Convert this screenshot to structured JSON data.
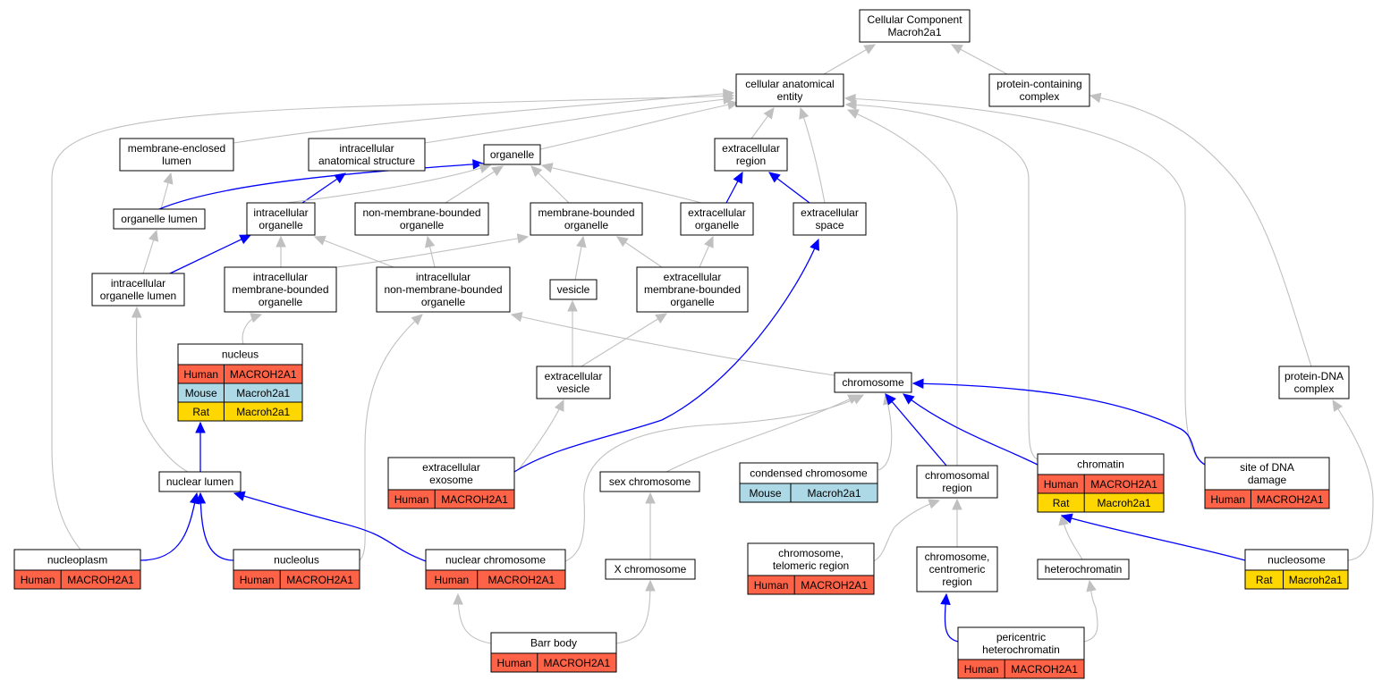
{
  "colors": {
    "relation_is_a": "#c0c0c0",
    "relation_part_of": "#0000ff",
    "species_human": "#ff6347",
    "species_mouse": "#add8e6",
    "species_rat": "#ffd700"
  },
  "nodes": {
    "root": {
      "lines": [
        "Cellular Component",
        "Macroh2a1"
      ]
    },
    "cae": {
      "lines": [
        "cellular anatomical",
        "entity"
      ]
    },
    "pcc": {
      "lines": [
        "protein-containing",
        "complex"
      ]
    },
    "mel": {
      "lines": [
        "membrane-enclosed",
        "lumen"
      ]
    },
    "ias": {
      "lines": [
        "intracellular",
        "anatomical structure"
      ]
    },
    "org": {
      "lines": [
        "organelle"
      ]
    },
    "exr": {
      "lines": [
        "extracellular",
        "region"
      ]
    },
    "orgl": {
      "lines": [
        "organelle lumen"
      ]
    },
    "io": {
      "lines": [
        "intracellular",
        "organelle"
      ]
    },
    "nmbo": {
      "lines": [
        "non-membrane-bounded",
        "organelle"
      ]
    },
    "mbo": {
      "lines": [
        "membrane-bounded",
        "organelle"
      ]
    },
    "exo": {
      "lines": [
        "extracellular",
        "organelle"
      ]
    },
    "exs": {
      "lines": [
        "extracellular",
        "space"
      ]
    },
    "iol": {
      "lines": [
        "intracellular",
        "organelle lumen"
      ]
    },
    "imbo": {
      "lines": [
        "intracellular",
        "membrane-bounded",
        "organelle"
      ]
    },
    "inmbo": {
      "lines": [
        "intracellular",
        "non-membrane-bounded",
        "organelle"
      ]
    },
    "ves": {
      "lines": [
        "vesicle"
      ]
    },
    "embo": {
      "lines": [
        "extracellular",
        "membrane-bounded",
        "organelle"
      ]
    },
    "nuc": {
      "lines": [
        "nucleus"
      ],
      "rows": [
        [
          "Human",
          "MACROH2A1"
        ],
        [
          "Mouse",
          "Macroh2a1"
        ],
        [
          "Rat",
          "Macroh2a1"
        ]
      ]
    },
    "exv": {
      "lines": [
        "extracellular",
        "vesicle"
      ]
    },
    "chr": {
      "lines": [
        "chromosome"
      ]
    },
    "pdc": {
      "lines": [
        "protein-DNA",
        "complex"
      ]
    },
    "exos": {
      "lines": [
        "extracellular",
        "exosome"
      ],
      "rows": [
        [
          "Human",
          "MACROH2A1"
        ]
      ]
    },
    "nl": {
      "lines": [
        "nuclear lumen"
      ]
    },
    "sexc": {
      "lines": [
        "sex chromosome"
      ]
    },
    "cc": {
      "lines": [
        "condensed chromosome"
      ],
      "rows": [
        [
          "Mouse",
          "Macroh2a1"
        ]
      ]
    },
    "chreg": {
      "lines": [
        "chromosomal",
        "region"
      ]
    },
    "chrom": {
      "lines": [
        "chromatin"
      ],
      "rows": [
        [
          "Human",
          "MACROH2A1"
        ],
        [
          "Rat",
          "Macroh2a1"
        ]
      ]
    },
    "sdd": {
      "lines": [
        "site of DNA",
        "damage"
      ],
      "rows": [
        [
          "Human",
          "MACROH2A1"
        ]
      ]
    },
    "np": {
      "lines": [
        "nucleoplasm"
      ],
      "rows": [
        [
          "Human",
          "MACROH2A1"
        ]
      ]
    },
    "nucl": {
      "lines": [
        "nucleolus"
      ],
      "rows": [
        [
          "Human",
          "MACROH2A1"
        ]
      ]
    },
    "nc": {
      "lines": [
        "nuclear chromosome"
      ],
      "rows": [
        [
          "Human",
          "MACROH2A1"
        ]
      ]
    },
    "xc": {
      "lines": [
        "X chromosome"
      ]
    },
    "ctr": {
      "lines": [
        "chromosome,",
        "telomeric region"
      ],
      "rows": [
        [
          "Human",
          "MACROH2A1"
        ]
      ]
    },
    "ccr": {
      "lines": [
        "chromosome,",
        "centromeric",
        "region"
      ]
    },
    "het": {
      "lines": [
        "heterochromatin"
      ]
    },
    "nsome": {
      "lines": [
        "nucleosome"
      ],
      "rows": [
        [
          "Rat",
          "Macroh2a1"
        ]
      ]
    },
    "barr": {
      "lines": [
        "Barr body"
      ],
      "rows": [
        [
          "Human",
          "MACROH2A1"
        ]
      ]
    },
    "peri": {
      "lines": [
        "pericentric",
        "heterochromatin"
      ],
      "rows": [
        [
          "Human",
          "MACROH2A1"
        ]
      ]
    }
  },
  "edges": [
    {
      "from": "cae",
      "to": "root",
      "rel": "is_a"
    },
    {
      "from": "pcc",
      "to": "root",
      "rel": "is_a"
    },
    {
      "from": "mel",
      "to": "cae",
      "rel": "is_a"
    },
    {
      "from": "ias",
      "to": "cae",
      "rel": "is_a"
    },
    {
      "from": "org",
      "to": "cae",
      "rel": "is_a"
    },
    {
      "from": "exr",
      "to": "cae",
      "rel": "is_a"
    },
    {
      "from": "exs",
      "to": "cae",
      "rel": "is_a"
    },
    {
      "from": "np",
      "to": "cae",
      "rel": "is_a"
    },
    {
      "from": "chreg",
      "to": "cae",
      "rel": "is_a"
    },
    {
      "from": "chrom",
      "to": "cae",
      "rel": "is_a"
    },
    {
      "from": "sdd",
      "to": "cae",
      "rel": "is_a"
    },
    {
      "from": "pdc",
      "to": "pcc",
      "rel": "is_a"
    },
    {
      "from": "orgl",
      "to": "mel",
      "rel": "is_a"
    },
    {
      "from": "orgl",
      "to": "org",
      "rel": "part_of"
    },
    {
      "from": "io",
      "to": "ias",
      "rel": "part_of"
    },
    {
      "from": "io",
      "to": "org",
      "rel": "is_a"
    },
    {
      "from": "nmbo",
      "to": "org",
      "rel": "is_a"
    },
    {
      "from": "mbo",
      "to": "org",
      "rel": "is_a"
    },
    {
      "from": "exo",
      "to": "org",
      "rel": "is_a"
    },
    {
      "from": "exo",
      "to": "exr",
      "rel": "part_of"
    },
    {
      "from": "exs",
      "to": "exr",
      "rel": "part_of"
    },
    {
      "from": "iol",
      "to": "orgl",
      "rel": "is_a"
    },
    {
      "from": "iol",
      "to": "io",
      "rel": "part_of"
    },
    {
      "from": "imbo",
      "to": "io",
      "rel": "is_a"
    },
    {
      "from": "inmbo",
      "to": "io",
      "rel": "is_a"
    },
    {
      "from": "inmbo",
      "to": "nmbo",
      "rel": "is_a"
    },
    {
      "from": "imbo",
      "to": "mbo",
      "rel": "is_a"
    },
    {
      "from": "ves",
      "to": "mbo",
      "rel": "is_a"
    },
    {
      "from": "embo",
      "to": "mbo",
      "rel": "is_a"
    },
    {
      "from": "embo",
      "to": "exo",
      "rel": "is_a"
    },
    {
      "from": "nuc",
      "to": "imbo",
      "rel": "is_a"
    },
    {
      "from": "exv",
      "to": "ves",
      "rel": "is_a"
    },
    {
      "from": "exv",
      "to": "embo",
      "rel": "is_a"
    },
    {
      "from": "chr",
      "to": "inmbo",
      "rel": "is_a"
    },
    {
      "from": "nl",
      "to": "iol",
      "rel": "is_a"
    },
    {
      "from": "nl",
      "to": "nuc",
      "rel": "part_of"
    },
    {
      "from": "exos",
      "to": "exv",
      "rel": "is_a"
    },
    {
      "from": "exos",
      "to": "exs",
      "rel": "part_of"
    },
    {
      "from": "sexc",
      "to": "chr",
      "rel": "is_a"
    },
    {
      "from": "cc",
      "to": "chr",
      "rel": "is_a"
    },
    {
      "from": "chreg",
      "to": "chr",
      "rel": "part_of"
    },
    {
      "from": "chrom",
      "to": "chr",
      "rel": "part_of"
    },
    {
      "from": "sdd",
      "to": "chr",
      "rel": "part_of"
    },
    {
      "from": "np",
      "to": "nl",
      "rel": "part_of"
    },
    {
      "from": "nucl",
      "to": "nl",
      "rel": "part_of"
    },
    {
      "from": "nucl",
      "to": "inmbo",
      "rel": "is_a"
    },
    {
      "from": "nc",
      "to": "nl",
      "rel": "part_of"
    },
    {
      "from": "nc",
      "to": "chr",
      "rel": "is_a"
    },
    {
      "from": "xc",
      "to": "sexc",
      "rel": "is_a"
    },
    {
      "from": "ctr",
      "to": "chreg",
      "rel": "is_a"
    },
    {
      "from": "ccr",
      "to": "chreg",
      "rel": "is_a"
    },
    {
      "from": "het",
      "to": "chrom",
      "rel": "is_a"
    },
    {
      "from": "nsome",
      "to": "chrom",
      "rel": "part_of"
    },
    {
      "from": "nsome",
      "to": "pdc",
      "rel": "is_a"
    },
    {
      "from": "barr",
      "to": "nc",
      "rel": "is_a"
    },
    {
      "from": "barr",
      "to": "xc",
      "rel": "is_a"
    },
    {
      "from": "peri",
      "to": "ccr",
      "rel": "part_of"
    },
    {
      "from": "peri",
      "to": "het",
      "rel": "is_a"
    }
  ]
}
